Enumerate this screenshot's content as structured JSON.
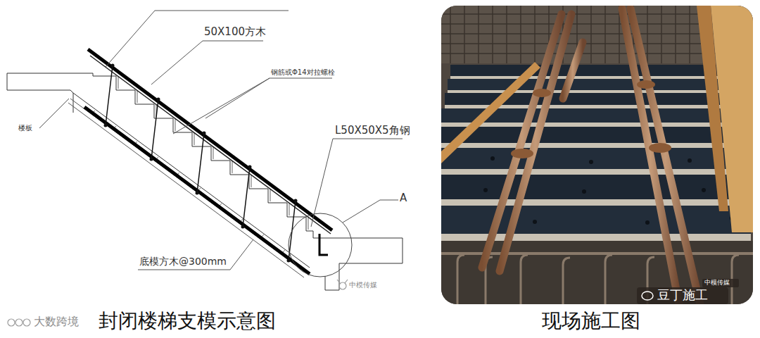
{
  "diagram": {
    "labels": [
      "50X100方木",
      "钢筋或Φ14对拉螺栓",
      "L50X50X5角钢",
      "A",
      "楼板",
      "底模方木@300mm",
      "中模传媒",
      "大数跨境",
      "封闭楼梯支模示意图",
      "现场施工图",
      "中模传媒",
      "豆丁施工"
    ]
  }
}
